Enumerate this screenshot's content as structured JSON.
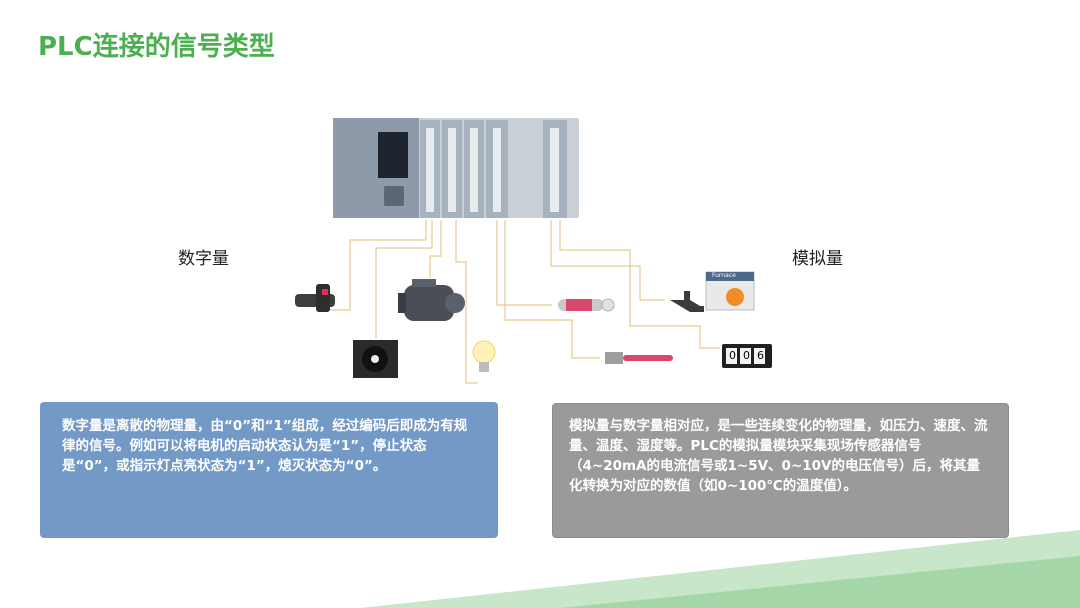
{
  "title": "PLC连接的信号类型",
  "labels": {
    "digital": "数字量",
    "analog": "模拟量"
  },
  "digital_text": "数字量是离散的物理量，由“0”和“1”组成，经过编码后即成为有规律的信号。例如可以将电机的启动状态认为是“1”，停止状态是“0”，或指示灯点亮状态为“1”，熄灭状态为“0”。",
  "analog_text": "模拟量与数字量相对应，是一些连续变化的物理量，如压力、速度、流量、温度、湿度等。PLC的模拟量模块采集现场传感器信号（4~20mA的电流信号或1~5V、0~10V的电压信号）后，将其量化转换为对应的数值（如0~100℃的温度值）。",
  "devices": {
    "furnace_label": "Furnace",
    "counter_digits": [
      "0",
      "0",
      "6"
    ]
  },
  "colors": {
    "title": "#4caf50",
    "digital_box": "#7399c6",
    "analog_box": "#9a9a9a",
    "wire": "#e6c98f",
    "deco_green": "#a5d6a7"
  }
}
